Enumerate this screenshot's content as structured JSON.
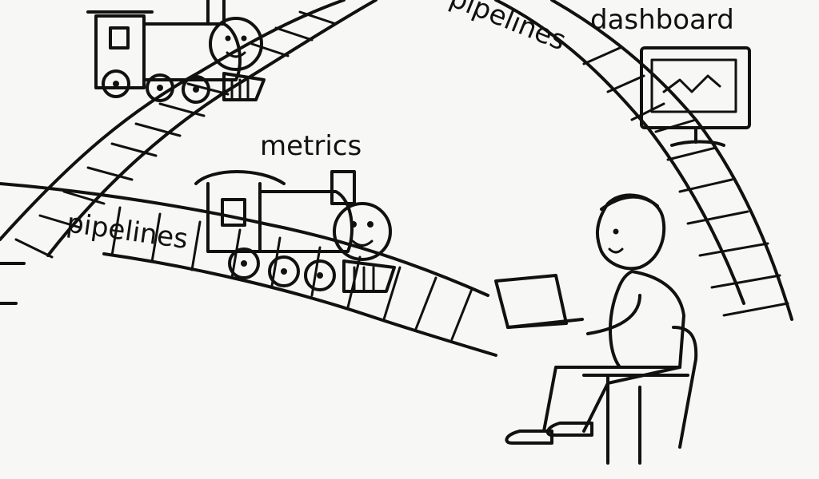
{
  "labels": {
    "dashboard": "dashboard",
    "metrics": "metrics",
    "pipelines_top": "pipelines",
    "pipelines_left": "pipelines"
  }
}
